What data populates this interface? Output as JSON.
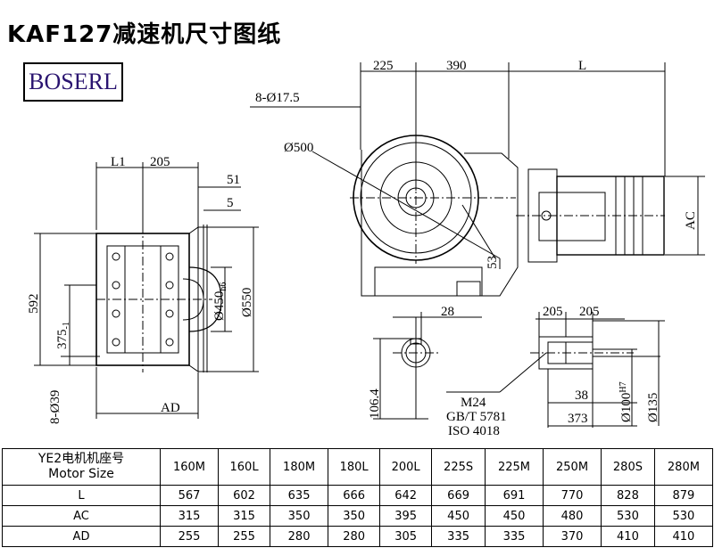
{
  "title": "KAF127减速机尺寸图纸",
  "brand": "BOSERL",
  "dimensions": {
    "top_225": "225",
    "top_390": "390",
    "top_L": "L",
    "bolt_holes_top": "8-Ø17.5",
    "circle_500": "Ø500",
    "angle_53": "53",
    "AC": "AC",
    "L1": "L1",
    "side_205": "205",
    "d51": "51",
    "d5": "5",
    "d592": "592",
    "d375": "375",
    "d375_sub": "-1",
    "d450": "Ø450",
    "d450_tol": "h6",
    "d550": "Ø550",
    "bolt_holes_side": "8-Ø39",
    "AD": "AD",
    "key_28": "28",
    "d106_4": "106.4",
    "shaft_205a": "205",
    "shaft_205b": "205",
    "d38": "38",
    "d373": "373",
    "d100": "Ø100",
    "d100_tol": "H7",
    "d135": "Ø135",
    "note_m24": "M24",
    "note_gb": "GB/T 5781",
    "note_iso": "ISO 4018"
  },
  "table": {
    "header_label_1": "YE2电机机座号",
    "header_label_2": "Motor Size",
    "columns": [
      "160M",
      "160L",
      "180M",
      "180L",
      "200L",
      "225S",
      "225M",
      "250M",
      "280S",
      "280M"
    ],
    "rows": [
      {
        "label": "L",
        "values": [
          "567",
          "602",
          "635",
          "666",
          "642",
          "669",
          "691",
          "770",
          "828",
          "879"
        ]
      },
      {
        "label": "AC",
        "values": [
          "315",
          "315",
          "350",
          "350",
          "395",
          "450",
          "450",
          "480",
          "530",
          "530"
        ]
      },
      {
        "label": "AD",
        "values": [
          "255",
          "255",
          "280",
          "280",
          "305",
          "335",
          "335",
          "370",
          "410",
          "410"
        ]
      }
    ]
  }
}
